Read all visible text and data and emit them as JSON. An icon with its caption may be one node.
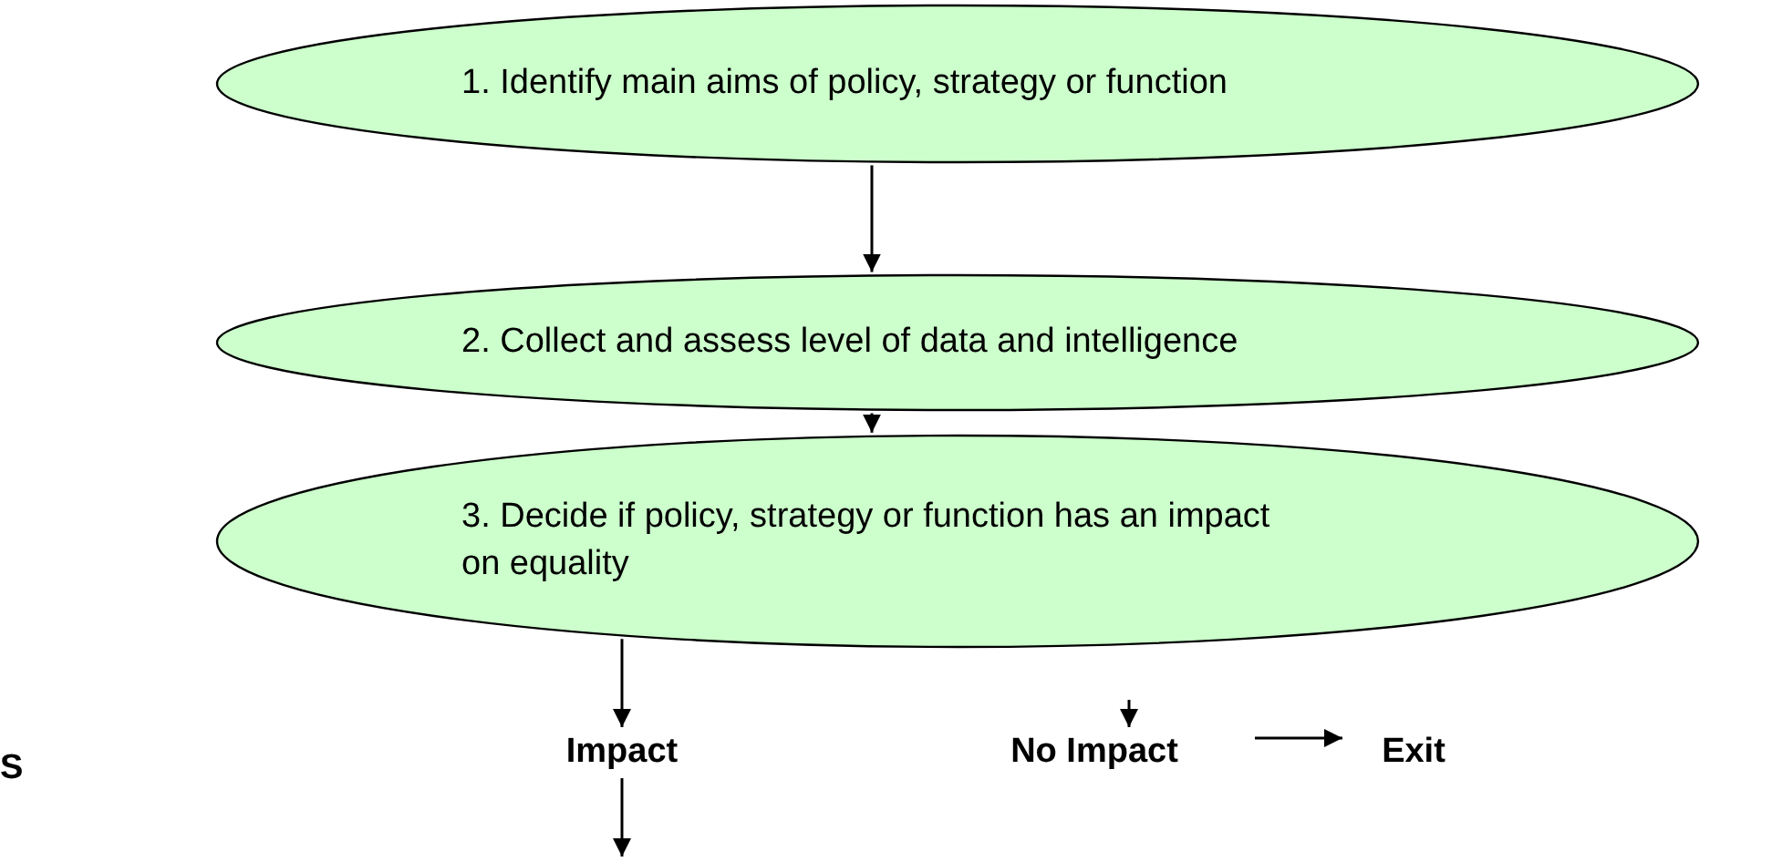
{
  "diagram": {
    "nodes": [
      {
        "text": [
          "1. Identify main aims of policy, strategy or function"
        ]
      },
      {
        "text": [
          "2. Collect and assess level of data and intelligence"
        ]
      },
      {
        "text": [
          "3. Decide if policy, strategy or function has an impact on equality"
        ]
      },
      {
        "text": [
          "Impact"
        ]
      },
      {
        "text": [
          "No Impact"
        ]
      },
      {
        "text": [
          "Exit"
        ]
      }
    ],
    "edges": [
      {
        "from": 0,
        "to": 1,
        "arrow": "to"
      },
      {
        "from": 1,
        "to": 2,
        "arrow": "to"
      },
      {
        "from": 2,
        "to": 3,
        "arrow": "to"
      },
      {
        "from": 3,
        "to": null,
        "arrow": "to"
      },
      {
        "from": null,
        "to": 4,
        "arrow": "to"
      },
      {
        "from": 4,
        "to": 5,
        "arrow": "to"
      }
    ],
    "labels": [
      "S"
    ]
  }
}
